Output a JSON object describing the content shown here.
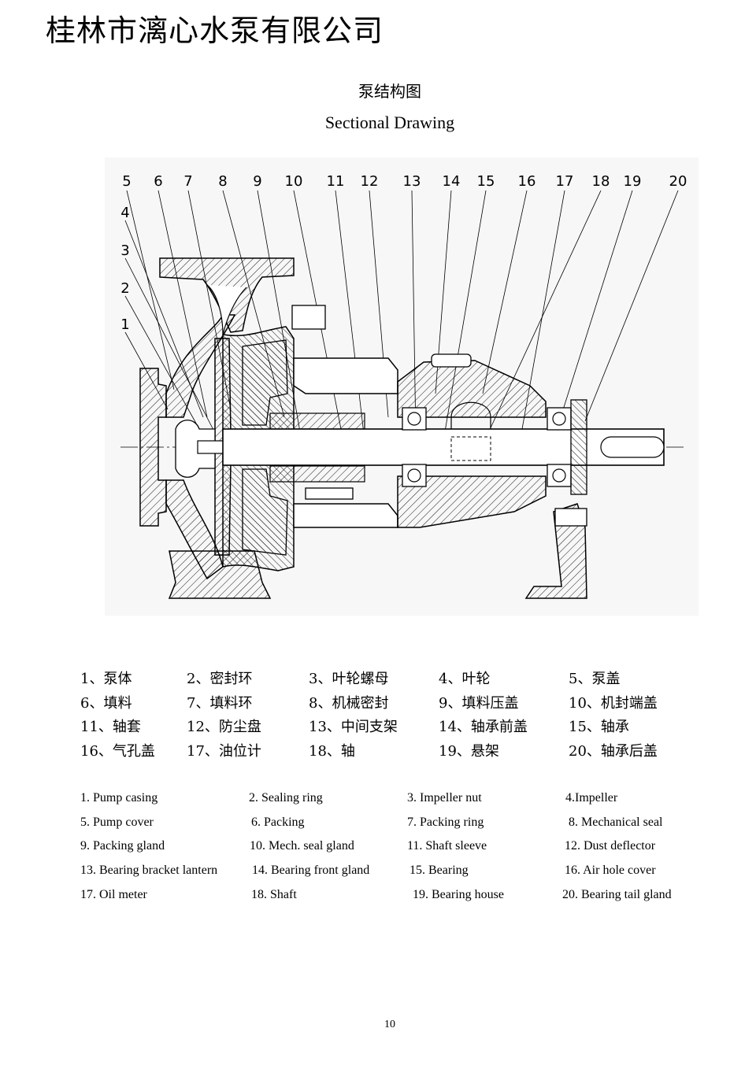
{
  "header": {
    "company": "桂林市漓心水泵有限公司"
  },
  "title": {
    "cn": "泵结构图",
    "en": "Sectional Drawing"
  },
  "drawing": {
    "callouts": [
      "1",
      "2",
      "3",
      "4",
      "5",
      "6",
      "7",
      "8",
      "9",
      "10",
      "11",
      "12",
      "13",
      "14",
      "15",
      "16",
      "17",
      "18",
      "19",
      "20"
    ]
  },
  "legend_cn": [
    [
      "1、泵体",
      "2、密封环",
      "3、叶轮螺母",
      "4、叶轮",
      "5、泵盖"
    ],
    [
      "6、填料",
      "7、填料环",
      "8、机械密封",
      "9、填料压盖",
      "10、机封端盖"
    ],
    [
      "11、轴套",
      "12、防尘盘",
      "13、中间支架",
      "14、轴承前盖",
      "15、轴承"
    ],
    [
      "16、气孔盖",
      "17、油位计",
      "18、轴",
      "19、悬架",
      "20、轴承后盖"
    ]
  ],
  "legend_en": [
    [
      "1. Pump casing",
      "2. Sealing ring",
      "3. Impeller nut",
      "4.Impeller"
    ],
    [
      "5. Pump cover",
      "6. Packing",
      "7. Packing ring",
      "8. Mechanical seal"
    ],
    [
      "9. Packing gland",
      "10. Mech. seal gland",
      "11. Shaft sleeve",
      "12. Dust deflector"
    ],
    [
      "13. Bearing bracket lantern",
      "14. Bearing front gland",
      "15. Bearing",
      "16. Air hole cover"
    ],
    [
      "17. Oil meter",
      "18. Shaft",
      "19. Bearing house",
      "20. Bearing tail gland"
    ]
  ],
  "footer": {
    "page_number": "10"
  }
}
